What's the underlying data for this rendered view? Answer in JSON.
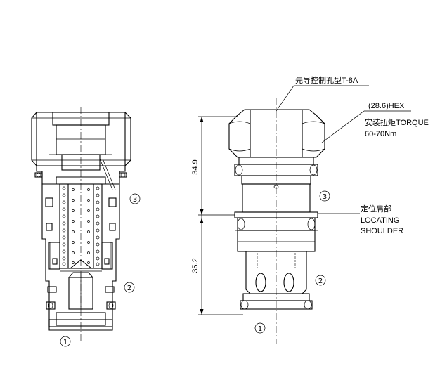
{
  "labels": {
    "pilot_port": "先导控制孔型T-8A",
    "hex": "(28.6)HEX",
    "torque": "安装扭矩TORQUE",
    "torque_value": "60-70Nm",
    "shoulder_cn": "定位肩部",
    "shoulder_en_1": "LOCATING",
    "shoulder_en_2": "SHOULDER"
  },
  "dimensions": {
    "upper": "34.9",
    "lower": "35.2"
  },
  "ports": {
    "left": {
      "p3": "3",
      "p2": "2",
      "p1": "1"
    },
    "right": {
      "p3": "3",
      "p2": "2",
      "p1": "1"
    }
  }
}
